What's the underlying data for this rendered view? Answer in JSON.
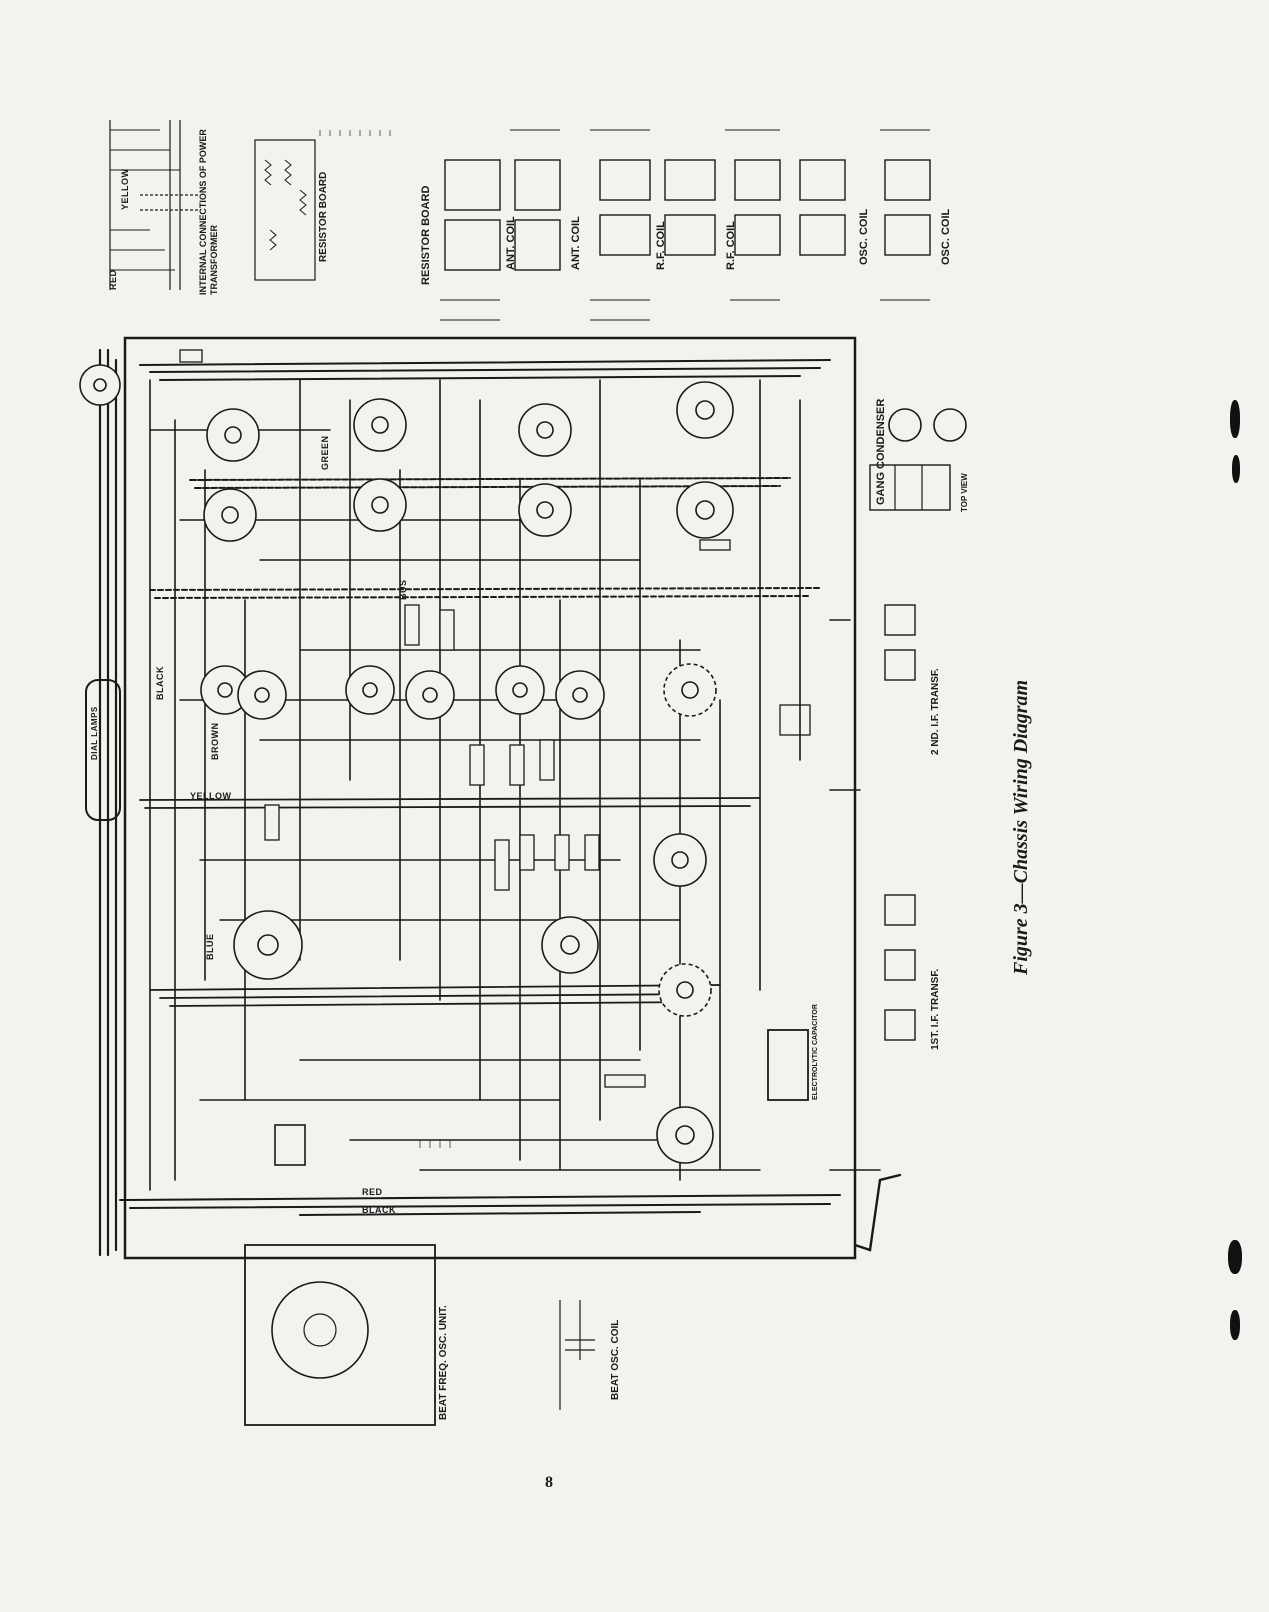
{
  "figure": {
    "caption": "Figure 3—Chassis Wiring Diagram",
    "page_number": "8"
  },
  "top_insets": {
    "power_transformer": "INTERNAL CONNECTIONS OF POWER TRANSFORMER",
    "resistor_board_small": "RESISTOR BOARD",
    "resistor_board": "RESISTOR BOARD",
    "ant_coil_1": "ANT. COIL",
    "ant_coil_2": "ANT. COIL",
    "rf_coil_1": "R.F. COIL",
    "rf_coil_2": "R.F. COIL",
    "osc_coil_1": "OSC. COIL",
    "osc_coil_2": "OSC. COIL"
  },
  "right_insets": {
    "gang_condenser": "GANG CONDENSER",
    "top_view": "TOP VIEW",
    "if_2nd": "2 ND. I.F. TRANSF.",
    "if_1st": "1ST. I.F. TRANSF."
  },
  "bottom_insets": {
    "beat_freq_unit": "BEAT FREQ. OSC. UNIT.",
    "beat_osc_coil": "BEAT OSC. COIL",
    "electrolytic": "ELECTROLYTIC CAPACITOR"
  },
  "wire_labels": {
    "yellow": "YELLOW",
    "green": "GREEN",
    "black": "BLACK",
    "red": "RED",
    "blue": "BLUE",
    "brown": "BROWN",
    "bus": "BUS",
    "dial_lamps": "DIAL LAMPS"
  },
  "colors": {
    "ink": "#1a1a1a",
    "paper": "#f3f2ee",
    "ghost_text": "#cfcdc6"
  }
}
